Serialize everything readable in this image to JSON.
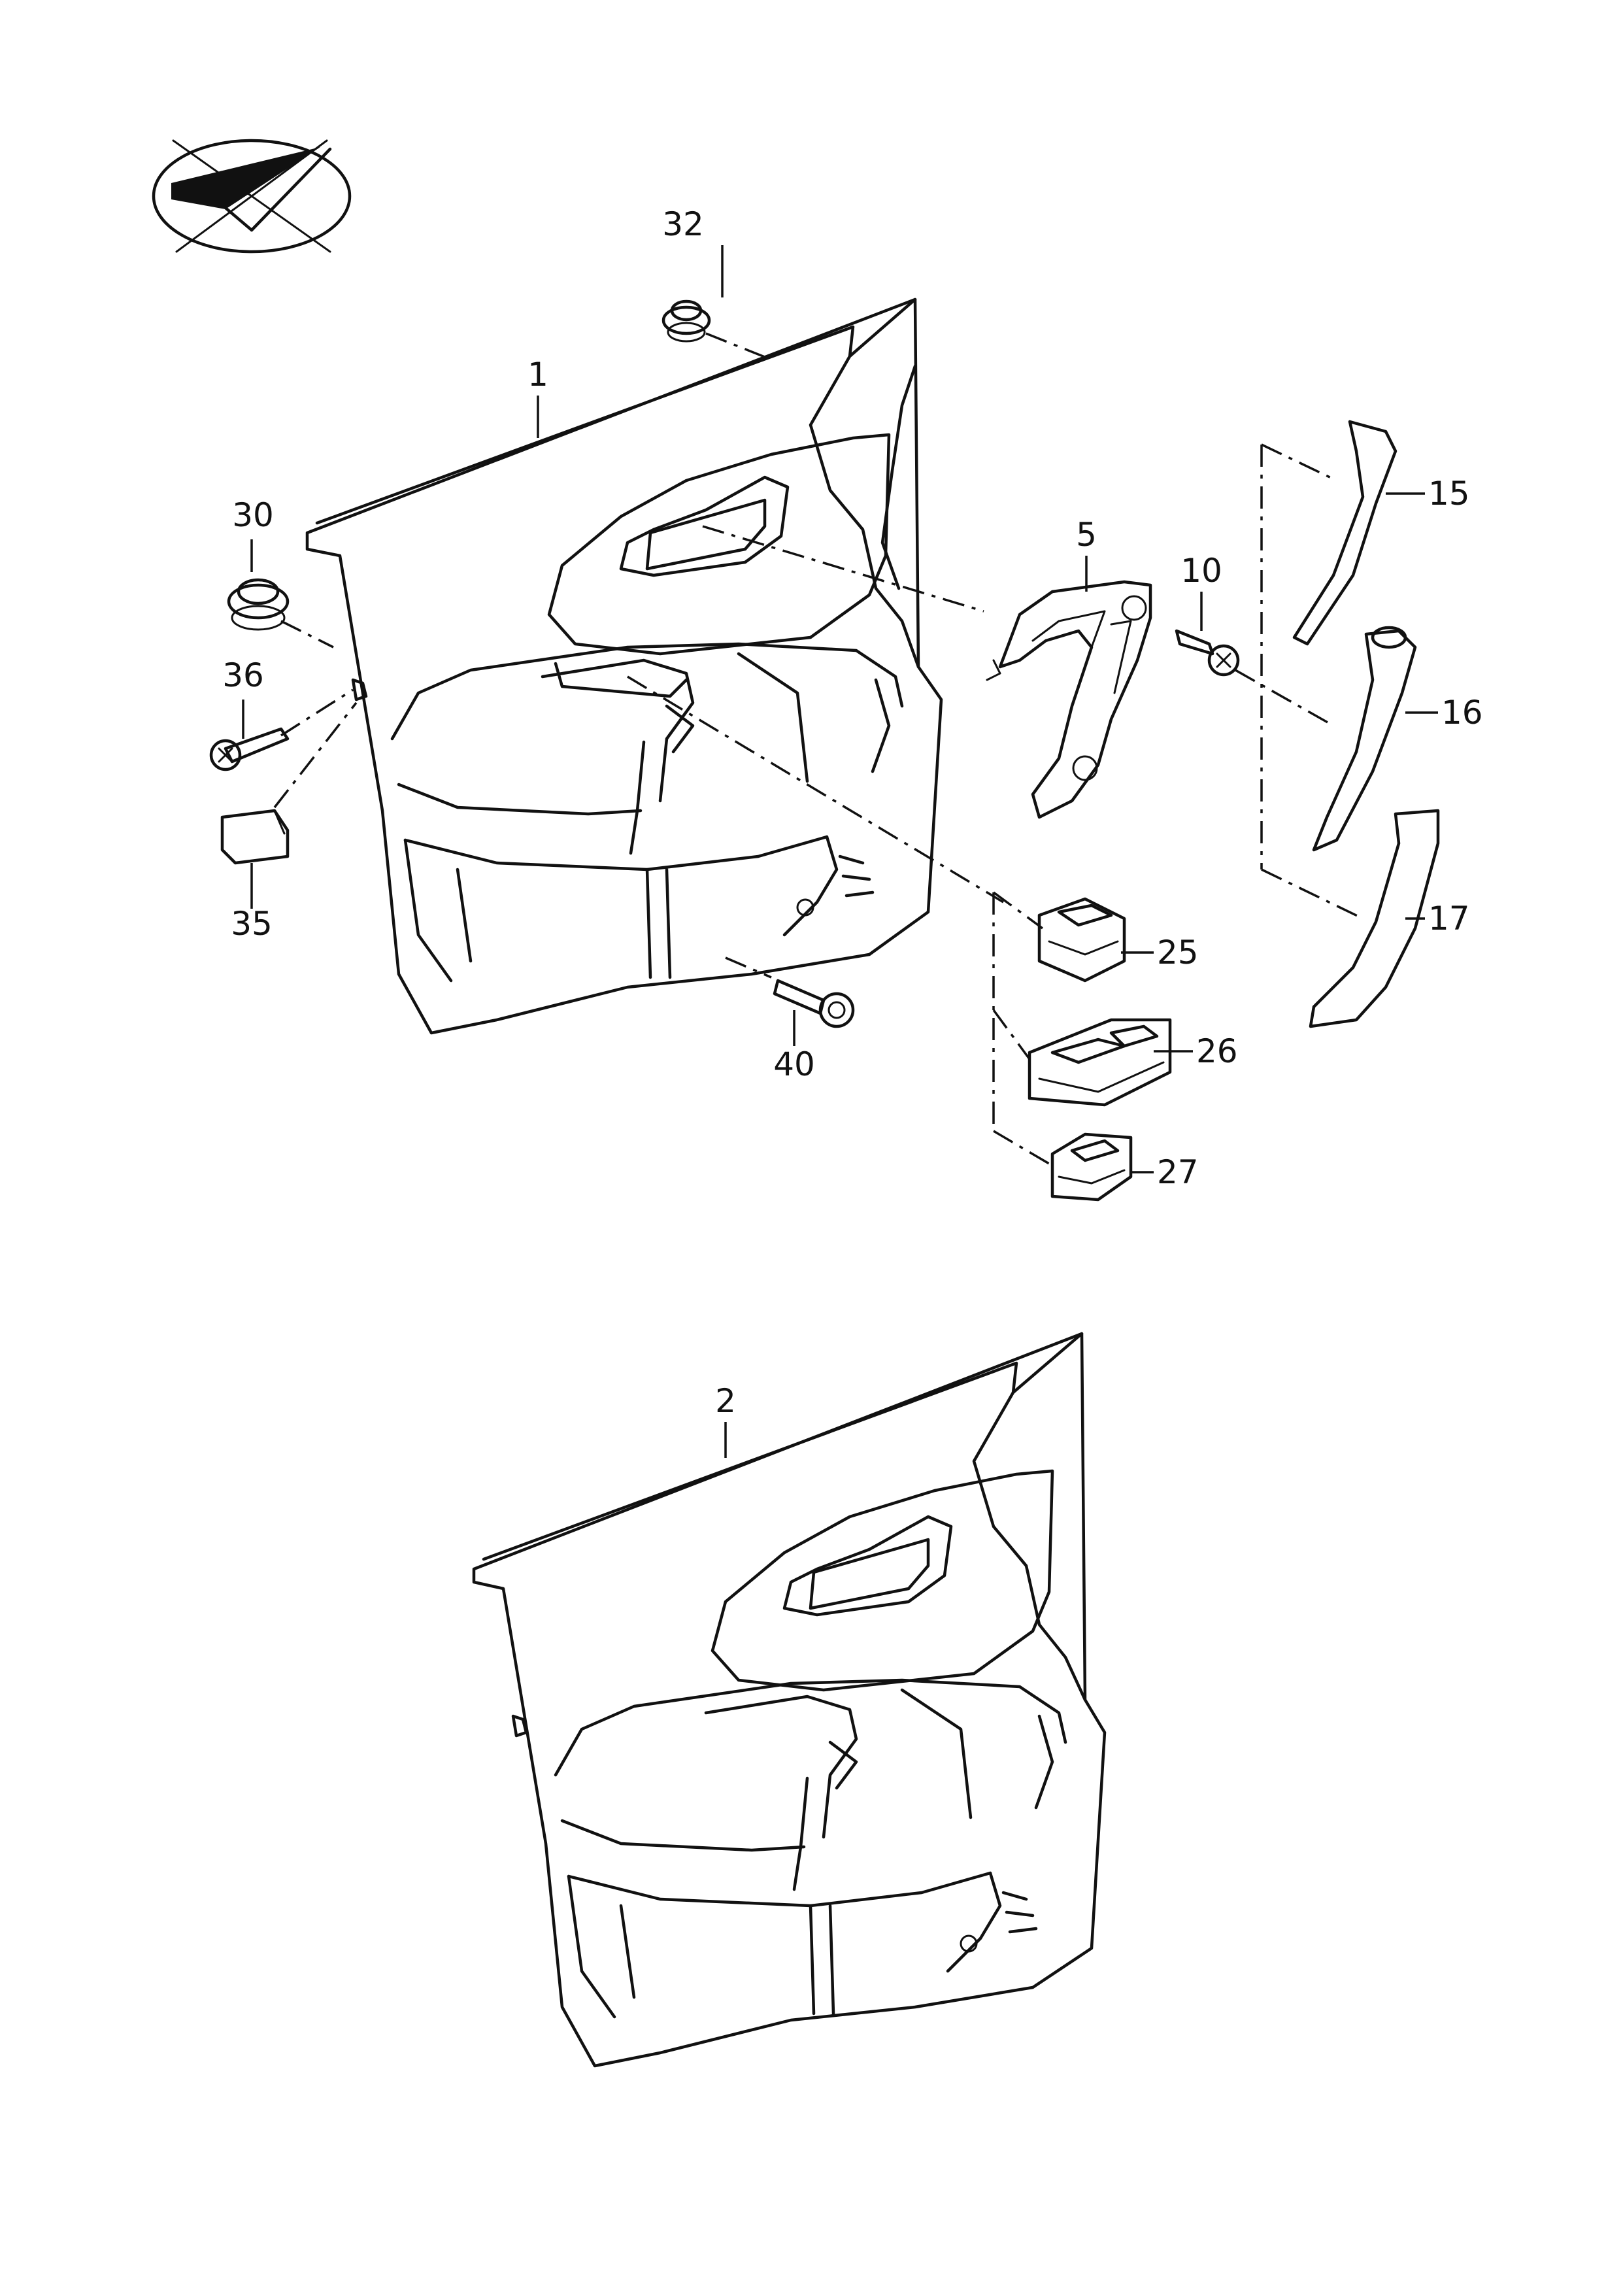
{
  "callouts": {
    "c1": "1",
    "c2": "2",
    "c5": "5",
    "c10": "10",
    "c15": "15",
    "c16": "16",
    "c17": "17",
    "c25": "25",
    "c26": "26",
    "c27": "27",
    "c30": "30",
    "c32": "32",
    "c35": "35",
    "c36": "36",
    "c40": "40"
  },
  "icons": {
    "orientation": "no-direction-checkmark-icon"
  }
}
